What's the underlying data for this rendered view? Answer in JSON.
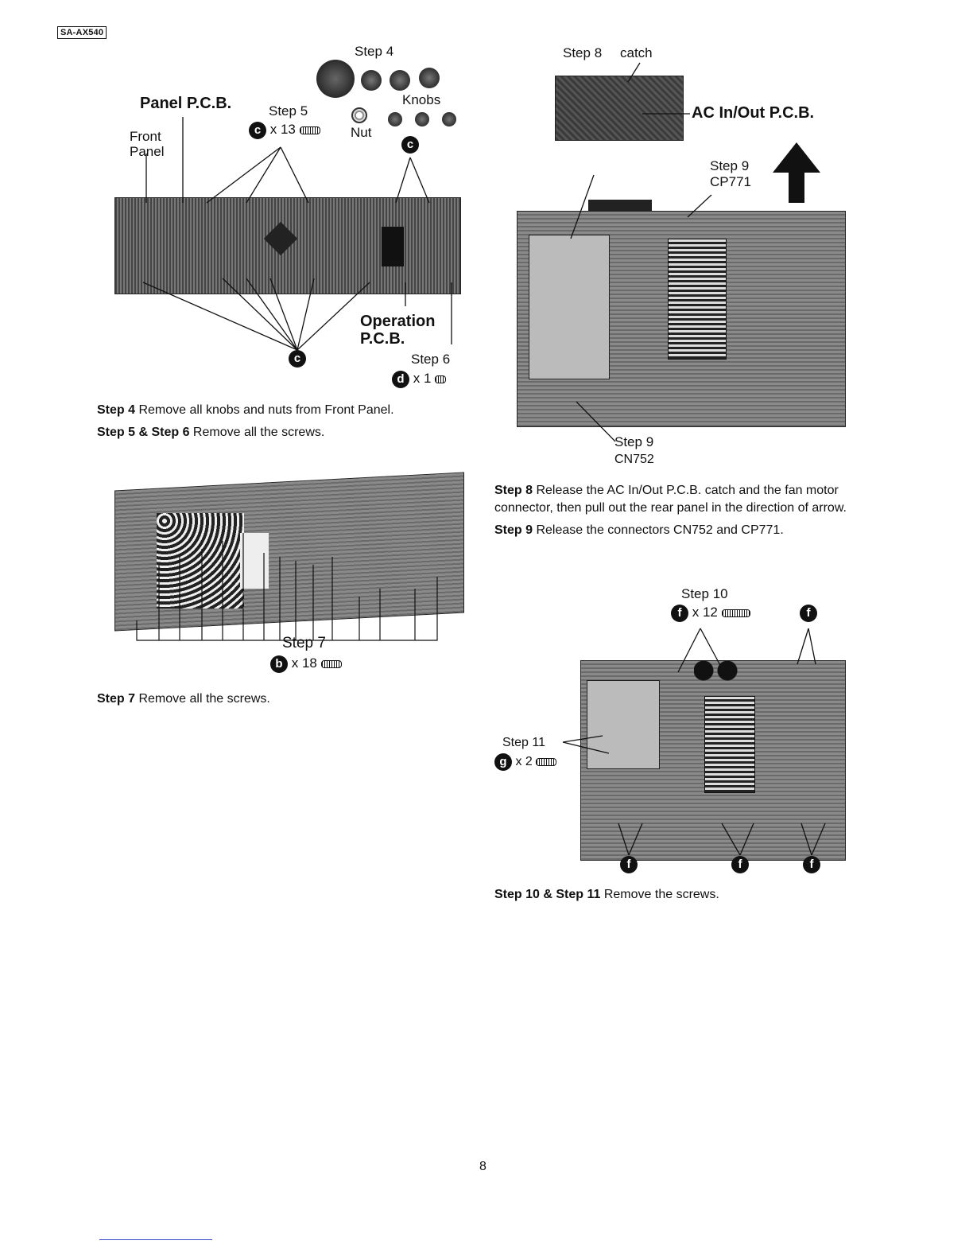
{
  "header": {
    "model": "SA-AX540"
  },
  "fig1": {
    "step4": "Step 4",
    "panel_pcb": "Panel P.C.B.",
    "step5": "Step 5",
    "step5_badge": "c",
    "step5_qty": "x 13",
    "front_panel_1": "Front",
    "front_panel_2": "Panel",
    "nut": "Nut",
    "knobs": "Knobs",
    "badge_c": "c",
    "operation_1": "Operation",
    "operation_2": "P.C.B.",
    "step6": "Step 6",
    "step6_badge": "d",
    "step6_qty": "x 1"
  },
  "captions_left": {
    "c1_bold": "Step 4",
    "c1_text": " Remove all knobs and nuts from Front Panel.",
    "c2_bold1": "Step 5",
    "c2_amp": " & ",
    "c2_bold2": "Step 6",
    "c2_text": " Remove all the screws."
  },
  "fig2": {
    "step7": "Step 7",
    "badge": "b",
    "qty": "x 18"
  },
  "caption_step7": {
    "bold": "Step 7",
    "text": " Remove all the screws."
  },
  "fig3": {
    "step8": "Step 8",
    "catch": "catch",
    "ac_pcb": "AC In/Out P.C.B.",
    "step9_top": "Step 9",
    "cp771": "CP771",
    "step9_bottom": "Step 9",
    "cn752": "CN752"
  },
  "captions_right": {
    "c1_bold": "Step 8",
    "c1_line1": " Release the AC In/Out P.C.B. catch and the fan motor",
    "c1_line2": "connector, then pull out the rear panel in the direction of arrow.",
    "c2_bold": "Step 9",
    "c2_text": " Release the connectors CN752 and CP771."
  },
  "fig4": {
    "step10": "Step 10",
    "badge_f": "f",
    "qty10": "x 12",
    "step11": "Step 11",
    "badge_g": "g",
    "qty11": "x 2"
  },
  "caption_step10": {
    "bold1": "Step 10",
    "amp": " & ",
    "bold2": "Step 11",
    "text": " Remove the screws."
  },
  "footer": {
    "page": "8"
  }
}
